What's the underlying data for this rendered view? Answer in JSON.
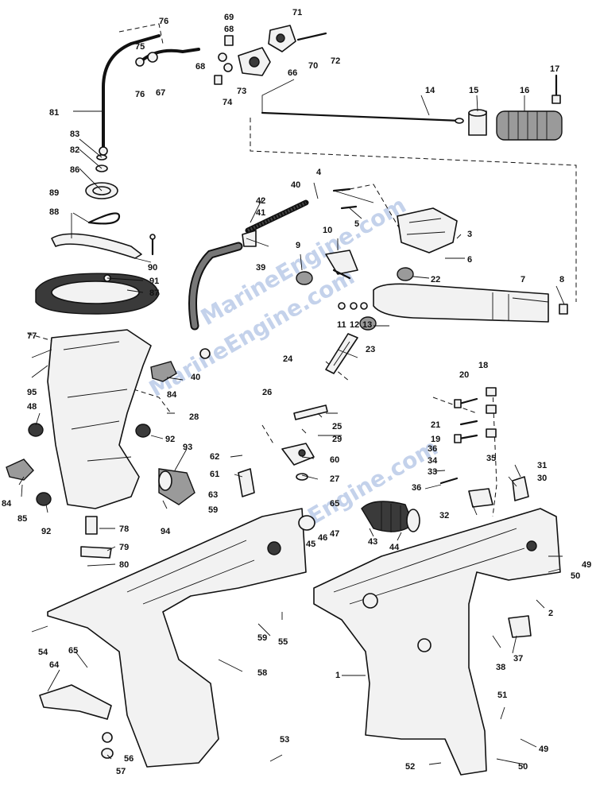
{
  "watermark": "MarineEngine.com",
  "labels": [
    "1",
    "2",
    "3",
    "4",
    "5",
    "6",
    "7",
    "8",
    "9",
    "10",
    "11",
    "12",
    "13",
    "14",
    "15",
    "16",
    "17",
    "18",
    "19",
    "20",
    "21",
    "22",
    "23",
    "24",
    "25",
    "26",
    "27",
    "28",
    "29",
    "30",
    "31",
    "32",
    "33",
    "34",
    "35",
    "36",
    "37",
    "38",
    "39",
    "40",
    "41",
    "42",
    "43",
    "44",
    "45",
    "46",
    "47",
    "48",
    "49",
    "50",
    "51",
    "52",
    "53",
    "54",
    "55",
    "56",
    "57",
    "58",
    "59",
    "60",
    "61",
    "62",
    "63",
    "64",
    "65",
    "66",
    "67",
    "68",
    "69",
    "70",
    "71",
    "72",
    "73",
    "74",
    "75",
    "76",
    "77",
    "78",
    "79",
    "80",
    "81",
    "82",
    "83",
    "84",
    "85",
    "86",
    "87",
    "88",
    "89",
    "90",
    "91",
    "92",
    "93",
    "94",
    "95"
  ]
}
